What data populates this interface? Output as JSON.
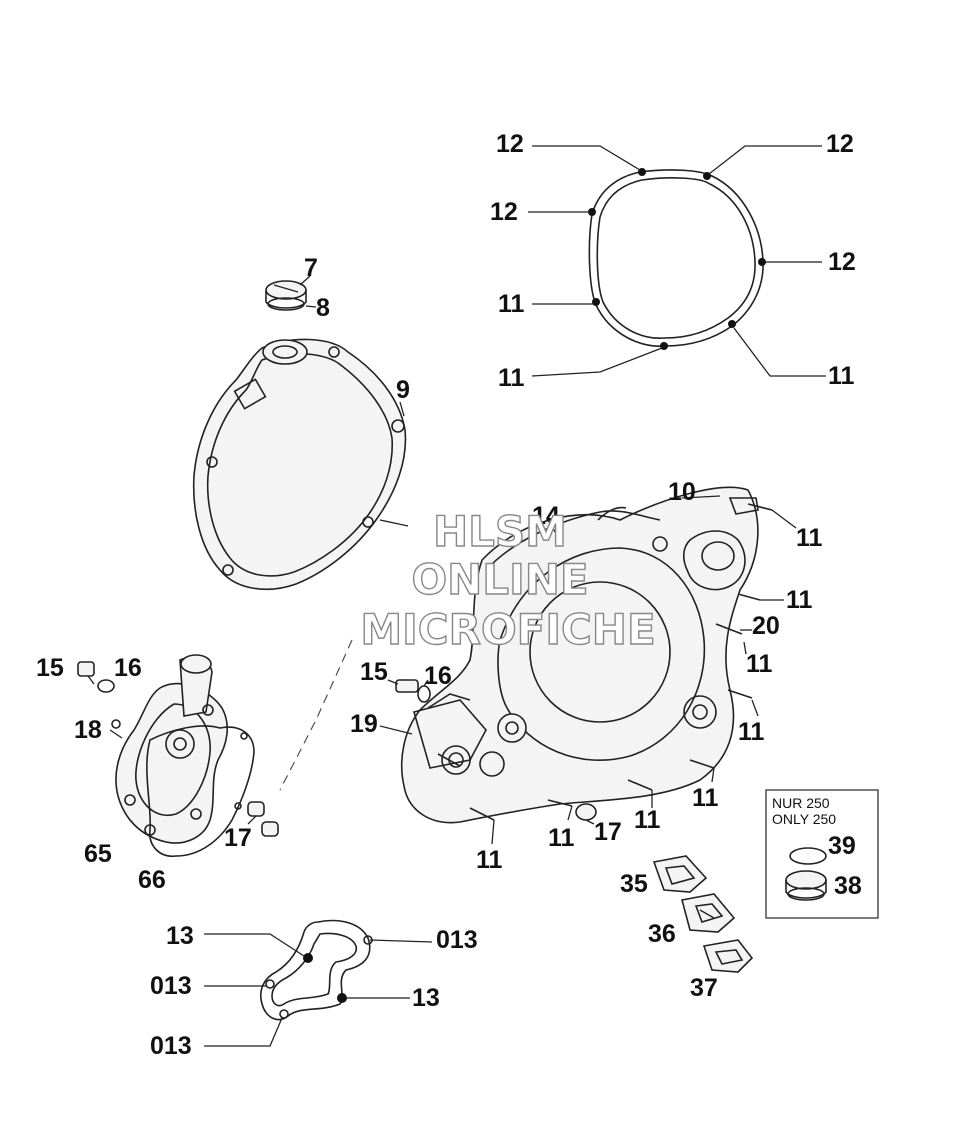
{
  "labels": {
    "p7": "7",
    "p8": "8",
    "p9": "9",
    "p10": "10",
    "p14": "14",
    "p12a": "12",
    "p12b": "12",
    "p12c": "12",
    "p12d": "12",
    "p11a": "11",
    "p11b": "11",
    "p11c": "11",
    "p11d": "11",
    "p11e": "11",
    "p11f": "11",
    "p11g": "11",
    "p11h": "11",
    "p11i": "11",
    "p11j": "11",
    "p11k": "11",
    "p20": "20",
    "p15a": "15",
    "p16a": "16",
    "p15b": "15",
    "p16b": "16",
    "p18": "18",
    "p19": "19",
    "p17a": "17",
    "p17b": "17",
    "p65": "65",
    "p66": "66",
    "p35": "35",
    "p36": "36",
    "p37": "37",
    "p38": "38",
    "p39": "39",
    "p13a": "13",
    "p13b": "13",
    "p013a": "013",
    "p013b": "013",
    "p013c": "013"
  },
  "note_box": {
    "line1": "NUR 250",
    "line2": "ONLY 250"
  },
  "watermark": {
    "line1": "HLSM",
    "line2": "ONLINE",
    "line3": "MICROFICHE"
  }
}
